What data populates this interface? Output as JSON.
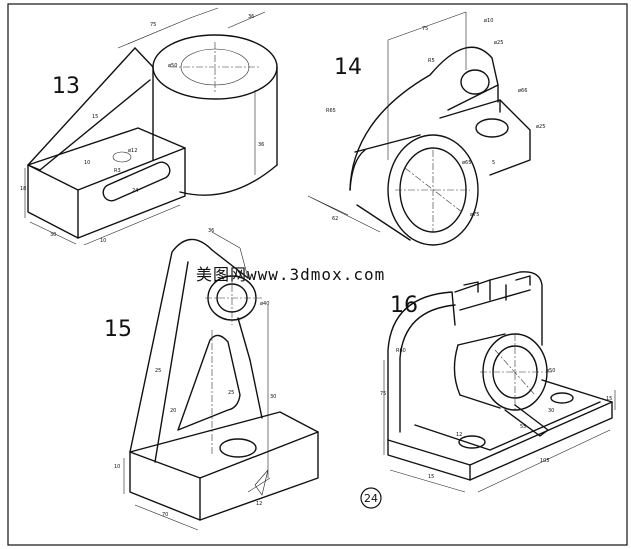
{
  "figures": [
    {
      "number": "13",
      "dims": [
        "75",
        "36",
        "ø50",
        "15",
        "ø12",
        "36",
        "10",
        "24",
        "30",
        "18",
        "10",
        "R3"
      ]
    },
    {
      "number": "14",
      "dims": [
        "75",
        "ø10",
        "ø25",
        "R65",
        "R5",
        "ø65",
        "ø25",
        "ø66",
        "ø75",
        "5",
        "62"
      ]
    },
    {
      "number": "15",
      "dims": [
        "36",
        "ø40",
        "25",
        "20",
        "25",
        "30",
        "70",
        "10",
        "12"
      ]
    },
    {
      "number": "16",
      "dims": [
        "R60",
        "ø50",
        "75",
        "30",
        "15",
        "12",
        "55",
        "105",
        "15"
      ]
    }
  ],
  "watermark": "美图网www.3dmox.com",
  "page_number": "24"
}
